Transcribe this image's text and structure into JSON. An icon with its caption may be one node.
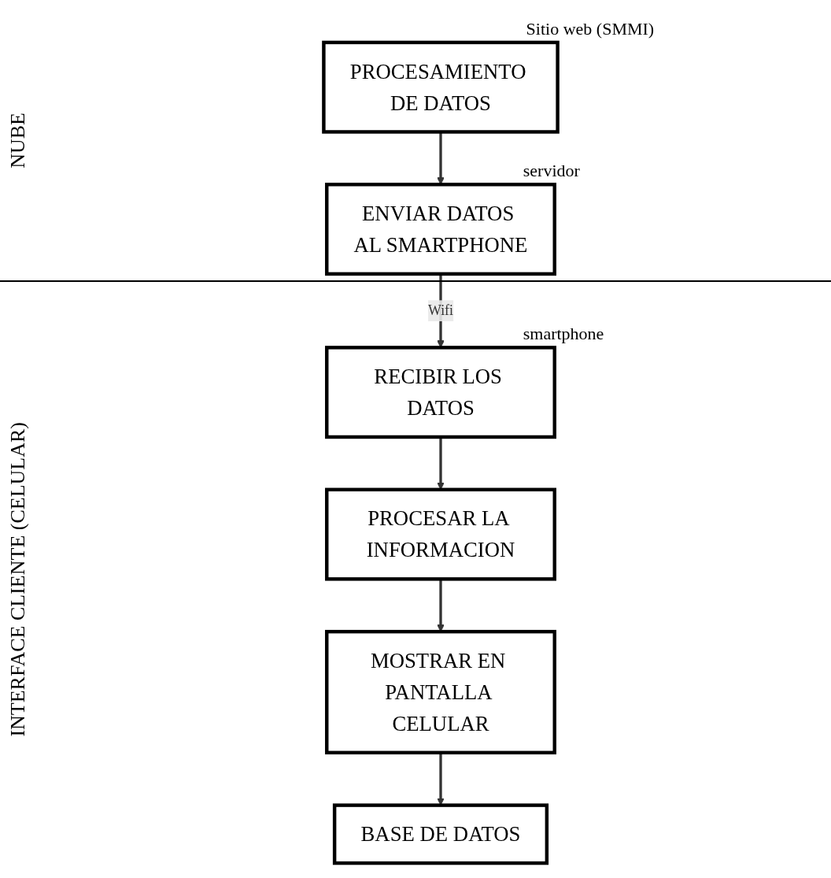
{
  "diagram": {
    "nodes": [
      {
        "text": [
          "PROCESAMIENTO DE DATOS"
        ],
        "beside": [
          "Sitio web (SMMI)"
        ]
      },
      {
        "text": [
          "ENVIAR DATOS AL SMARTPHONE"
        ],
        "beside": [
          "servidor"
        ]
      },
      {
        "text": [
          "RECIBIR LOS DATOS"
        ],
        "beside": [
          "smartphone"
        ]
      },
      {
        "text": [
          "PROCESAR LA INFORMACION"
        ]
      },
      {
        "text": [
          "MOSTRAR EN PANTALLA CELULAR"
        ]
      },
      {
        "text": [
          "BASE DE DATOS"
        ]
      }
    ],
    "edges": [
      {
        "from": 0,
        "to": 1,
        "arrow": "to"
      },
      {
        "from": 1,
        "to": 2,
        "arrow": "to",
        "label": "Wifi"
      },
      {
        "from": 2,
        "to": 3,
        "arrow": "to"
      },
      {
        "from": 3,
        "to": 4,
        "arrow": "to"
      },
      {
        "from": 4,
        "to": 5,
        "arrow": "to"
      }
    ],
    "labels": [
      "NUBE",
      "INTERFACE CLIENTE (CELULAR)"
    ]
  }
}
